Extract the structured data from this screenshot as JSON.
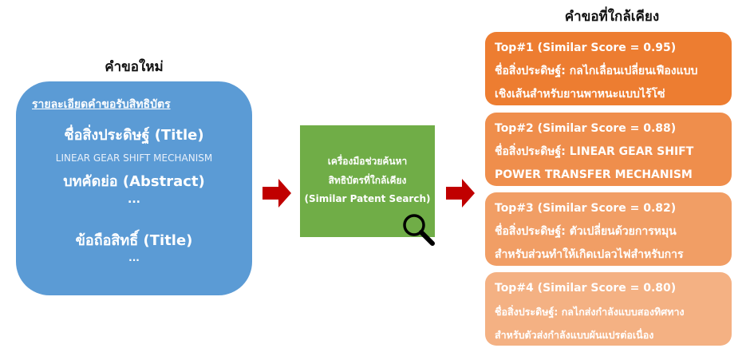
{
  "left": {
    "heading": "คำขอใหม่",
    "subheading": "รายละเอียดคำขอรับสิทธิบัตร",
    "title_label": "ชื่อสิ่งประดิษฐ์ (Title)",
    "title_value": "LINEAR GEAR SHIFT MECHANISM",
    "abstract_label": "บทคัดย่อ (Abstract)",
    "abstract_ellipsis": "...",
    "claims_label": "ข้อถือสิทธิ์ (Title)",
    "claims_ellipsis": "..."
  },
  "tool": {
    "line1": "เครื่องมือช่วยค้นหา",
    "line2": "สิทธิบัตรที่ใกล้เคียง",
    "line3": "(Similar Patent Search)",
    "icon": "magnifier-icon"
  },
  "right": {
    "heading": "คำขอที่ใกล้เคียง",
    "results": [
      {
        "rank": "Top#1 (Similar Score = 0.95)",
        "line1": "ชื่อสิ่งประดิษฐ์: กลไกเลื่อนเปลี่ยนเฟืองแบบ",
        "line2": "เชิงเส้นสำหรับยานพาหนะแบบไร้โซ่",
        "color": "#ED7D31"
      },
      {
        "rank": "Top#2 (Similar Score = 0.88)",
        "line1": "ชื่อสิ่งประดิษฐ์: LINEAR GEAR SHIFT",
        "line2": "POWER TRANSFER MECHANISM",
        "color": "#EF8E4C"
      },
      {
        "rank": "Top#3 (Similar Score = 0.82)",
        "line1": "ชื่อสิ่งประดิษฐ์: ตัวเปลี่ยนด้วยการหมุน",
        "line2": "สำหรับส่วนทำให้เกิดเปลวไฟสำหรับการ",
        "color": "#F19E65"
      },
      {
        "rank": "Top#4 (Similar Score = 0.80)",
        "line1": "ชื่อสิ่งประดิษฐ์: กลไกส่งกำลังแบบสองทิศทาง",
        "line2": "สำหรับตัวส่งกำลังแบบผันแปรต่อเนื่อง",
        "color": "#F4B183"
      }
    ]
  },
  "colors": {
    "blue": "#5B9BD5",
    "green": "#70AD47",
    "arrow": "#C00000"
  }
}
